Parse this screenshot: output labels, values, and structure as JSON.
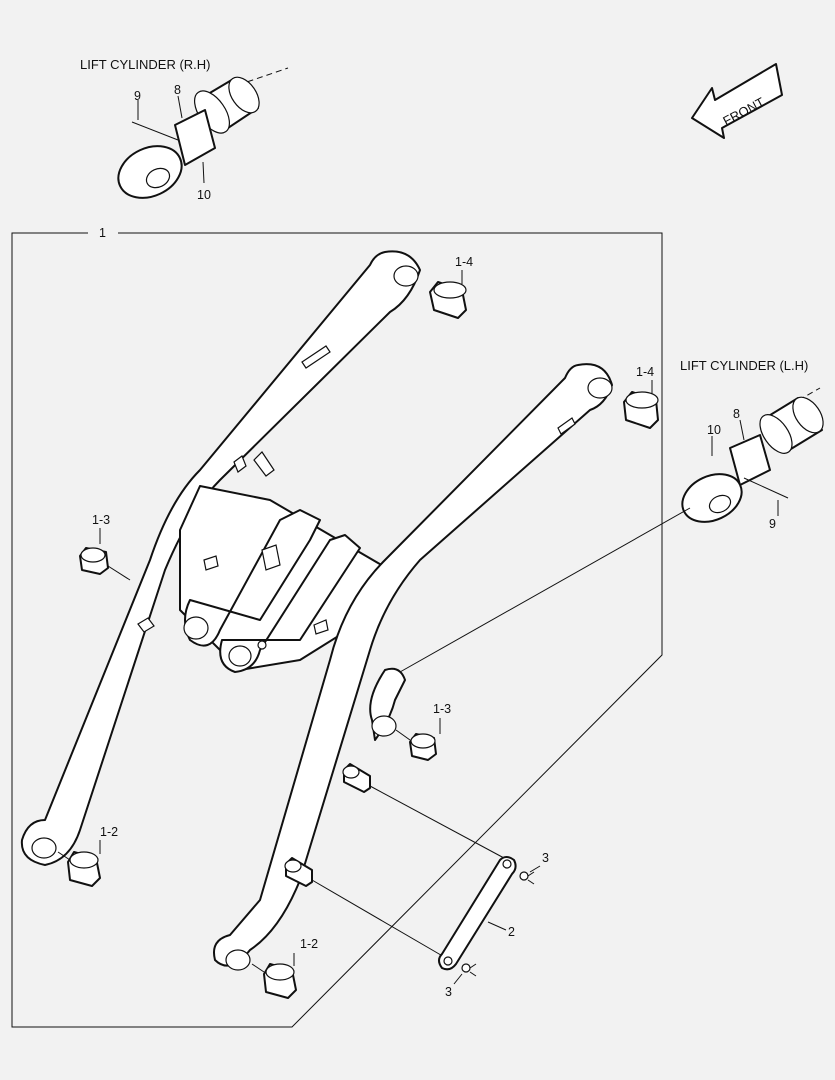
{
  "titles": {
    "lift_cylinder_rh": "LIFT CYLINDER (R.H)",
    "lift_cylinder_lh": "LIFT CYLINDER (L.H)",
    "front_arrow": "FRONT"
  },
  "callouts": {
    "assembly": "1",
    "rh_pin_9": "9",
    "rh_bracket_8": "8",
    "rh_bolt_10": "10",
    "lh_bolt_10": "10",
    "lh_bracket_8": "8",
    "lh_pin_9": "9",
    "bushing_top_rear": "1-4",
    "bushing_top_front": "1-4",
    "bushing_mid_rear": "1-3",
    "bushing_mid_front": "1-3",
    "bushing_bottom_rear": "1-2",
    "bushing_bottom_front": "1-2",
    "link_2": "2",
    "clip_top_3": "3",
    "clip_bottom_3": "3"
  }
}
